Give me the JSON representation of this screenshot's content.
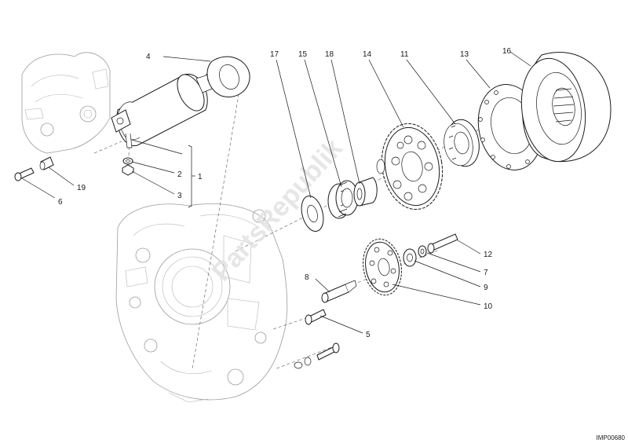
{
  "diagram": {
    "watermark": "PartsRepublik",
    "reference_code": "IMP00680",
    "callouts": [
      "1",
      "2",
      "3",
      "4",
      "5",
      "6",
      "7",
      "8",
      "9",
      "10",
      "11",
      "12",
      "13",
      "14",
      "15",
      "16",
      "17",
      "18",
      "19"
    ]
  },
  "parts": [
    {
      "ref": "1",
      "kind": "group-bracket"
    },
    {
      "ref": "2",
      "kind": "washer"
    },
    {
      "ref": "3",
      "kind": "nut"
    },
    {
      "ref": "4",
      "kind": "gasket"
    },
    {
      "ref": "5",
      "kind": "screw"
    },
    {
      "ref": "6",
      "kind": "screw"
    },
    {
      "ref": "7",
      "kind": "washer"
    },
    {
      "ref": "8",
      "kind": "shaft"
    },
    {
      "ref": "9",
      "kind": "washer"
    },
    {
      "ref": "10",
      "kind": "gear"
    },
    {
      "ref": "11",
      "kind": "freewheel"
    },
    {
      "ref": "12",
      "kind": "screw"
    },
    {
      "ref": "13",
      "kind": "ring"
    },
    {
      "ref": "14",
      "kind": "gear"
    },
    {
      "ref": "15",
      "kind": "needle-bearing"
    },
    {
      "ref": "16",
      "kind": "flywheel"
    },
    {
      "ref": "17",
      "kind": "washer"
    },
    {
      "ref": "18",
      "kind": "bushing"
    },
    {
      "ref": "19",
      "kind": "spacer"
    }
  ]
}
